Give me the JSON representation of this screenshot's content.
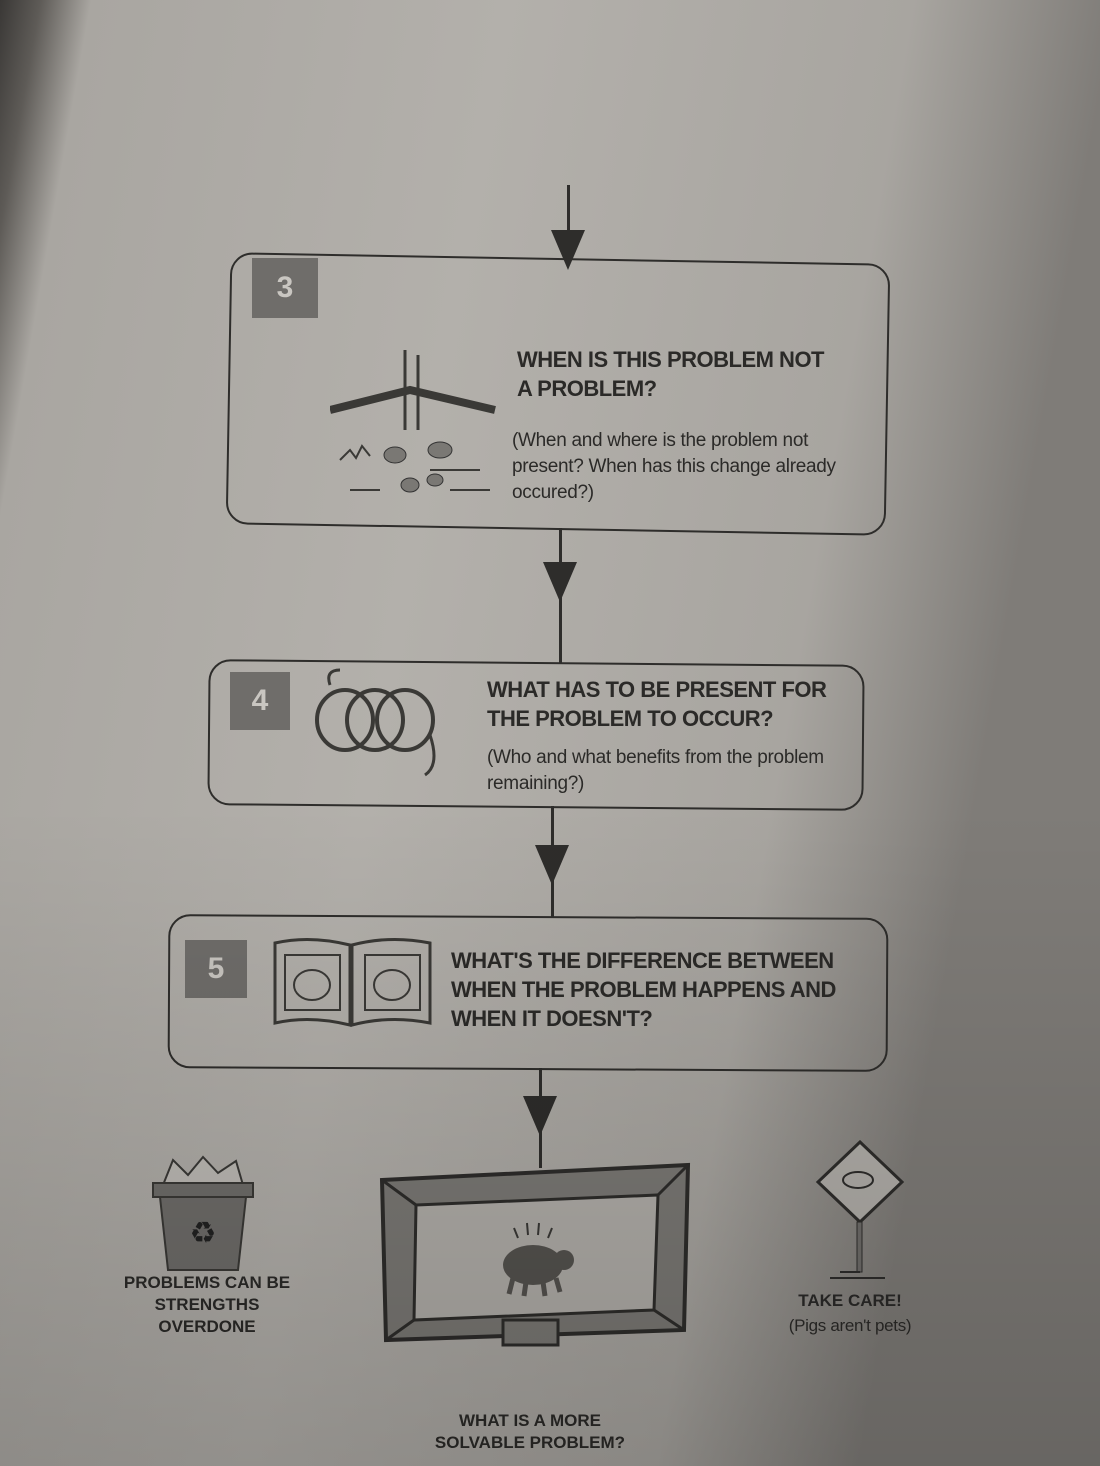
{
  "steps": [
    {
      "number": "3",
      "title": "WHEN IS THIS PROBLEM NOT A PROBLEM?",
      "subtitle": "(When and where is the problem not present? When has this change already occured?)"
    },
    {
      "number": "4",
      "title": "WHAT HAS TO BE PRESENT FOR THE PROBLEM TO OCCUR?",
      "subtitle": "(Who and what benefits from the problem remaining?)"
    },
    {
      "number": "5",
      "title": "WHAT'S THE DIFFERENCE BETWEEN WHEN THE PROBLEM HAPPENS AND WHEN IT DOESN'T?"
    }
  ],
  "bottom": {
    "left_caption": "PROBLEMS CAN BE STRENGTHS OVERDONE",
    "center_caption": "WHAT IS A MORE SOLVABLE PROBLEM?",
    "right_caption": "TAKE CARE!",
    "right_subcaption": "(Pigs aren't pets)"
  }
}
